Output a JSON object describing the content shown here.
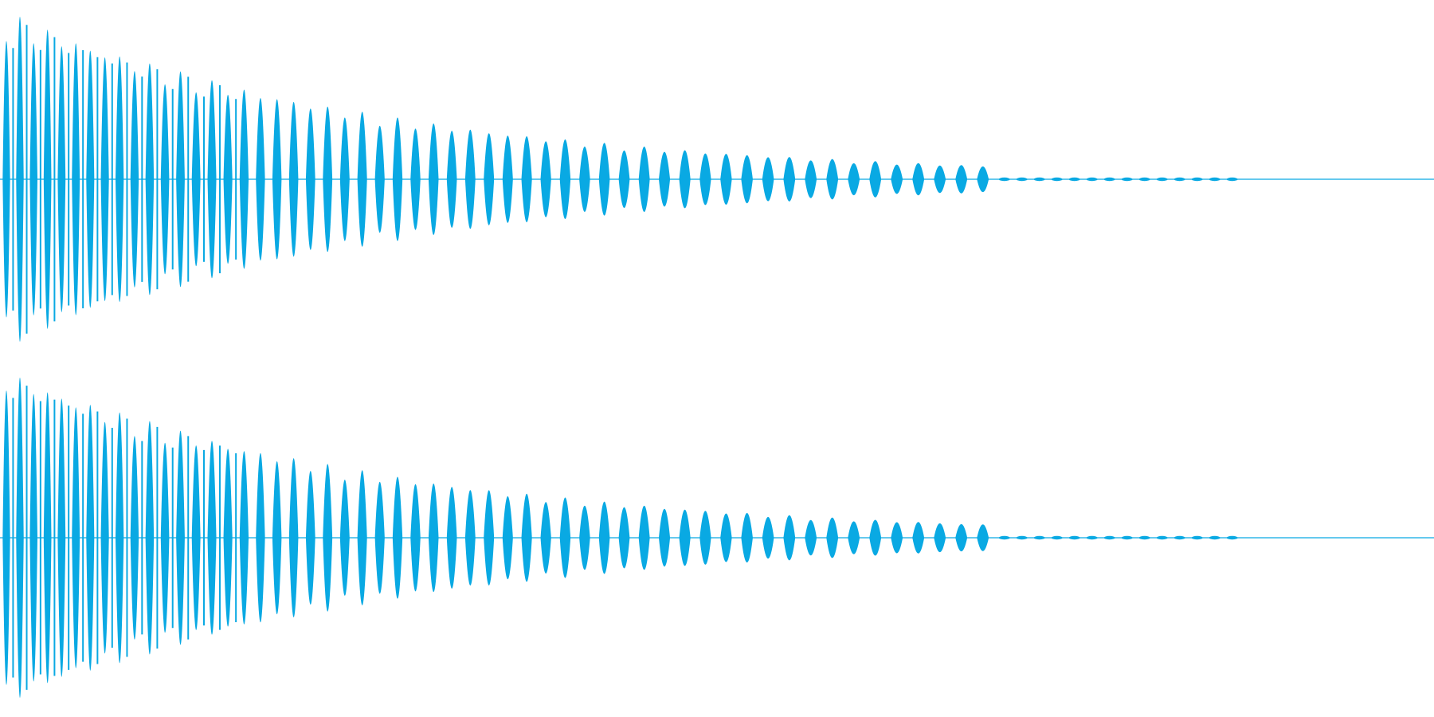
{
  "waveform": {
    "color": "#09a9e3",
    "channels": [
      {
        "name": ""
      },
      {
        "name": ""
      }
    ],
    "envelope": {
      "type": "decaying-pulse-train",
      "peak_amplitude": 1.0,
      "tail_amplitude": 0.02,
      "pulse_count": 55,
      "active_fraction": 0.87
    }
  }
}
